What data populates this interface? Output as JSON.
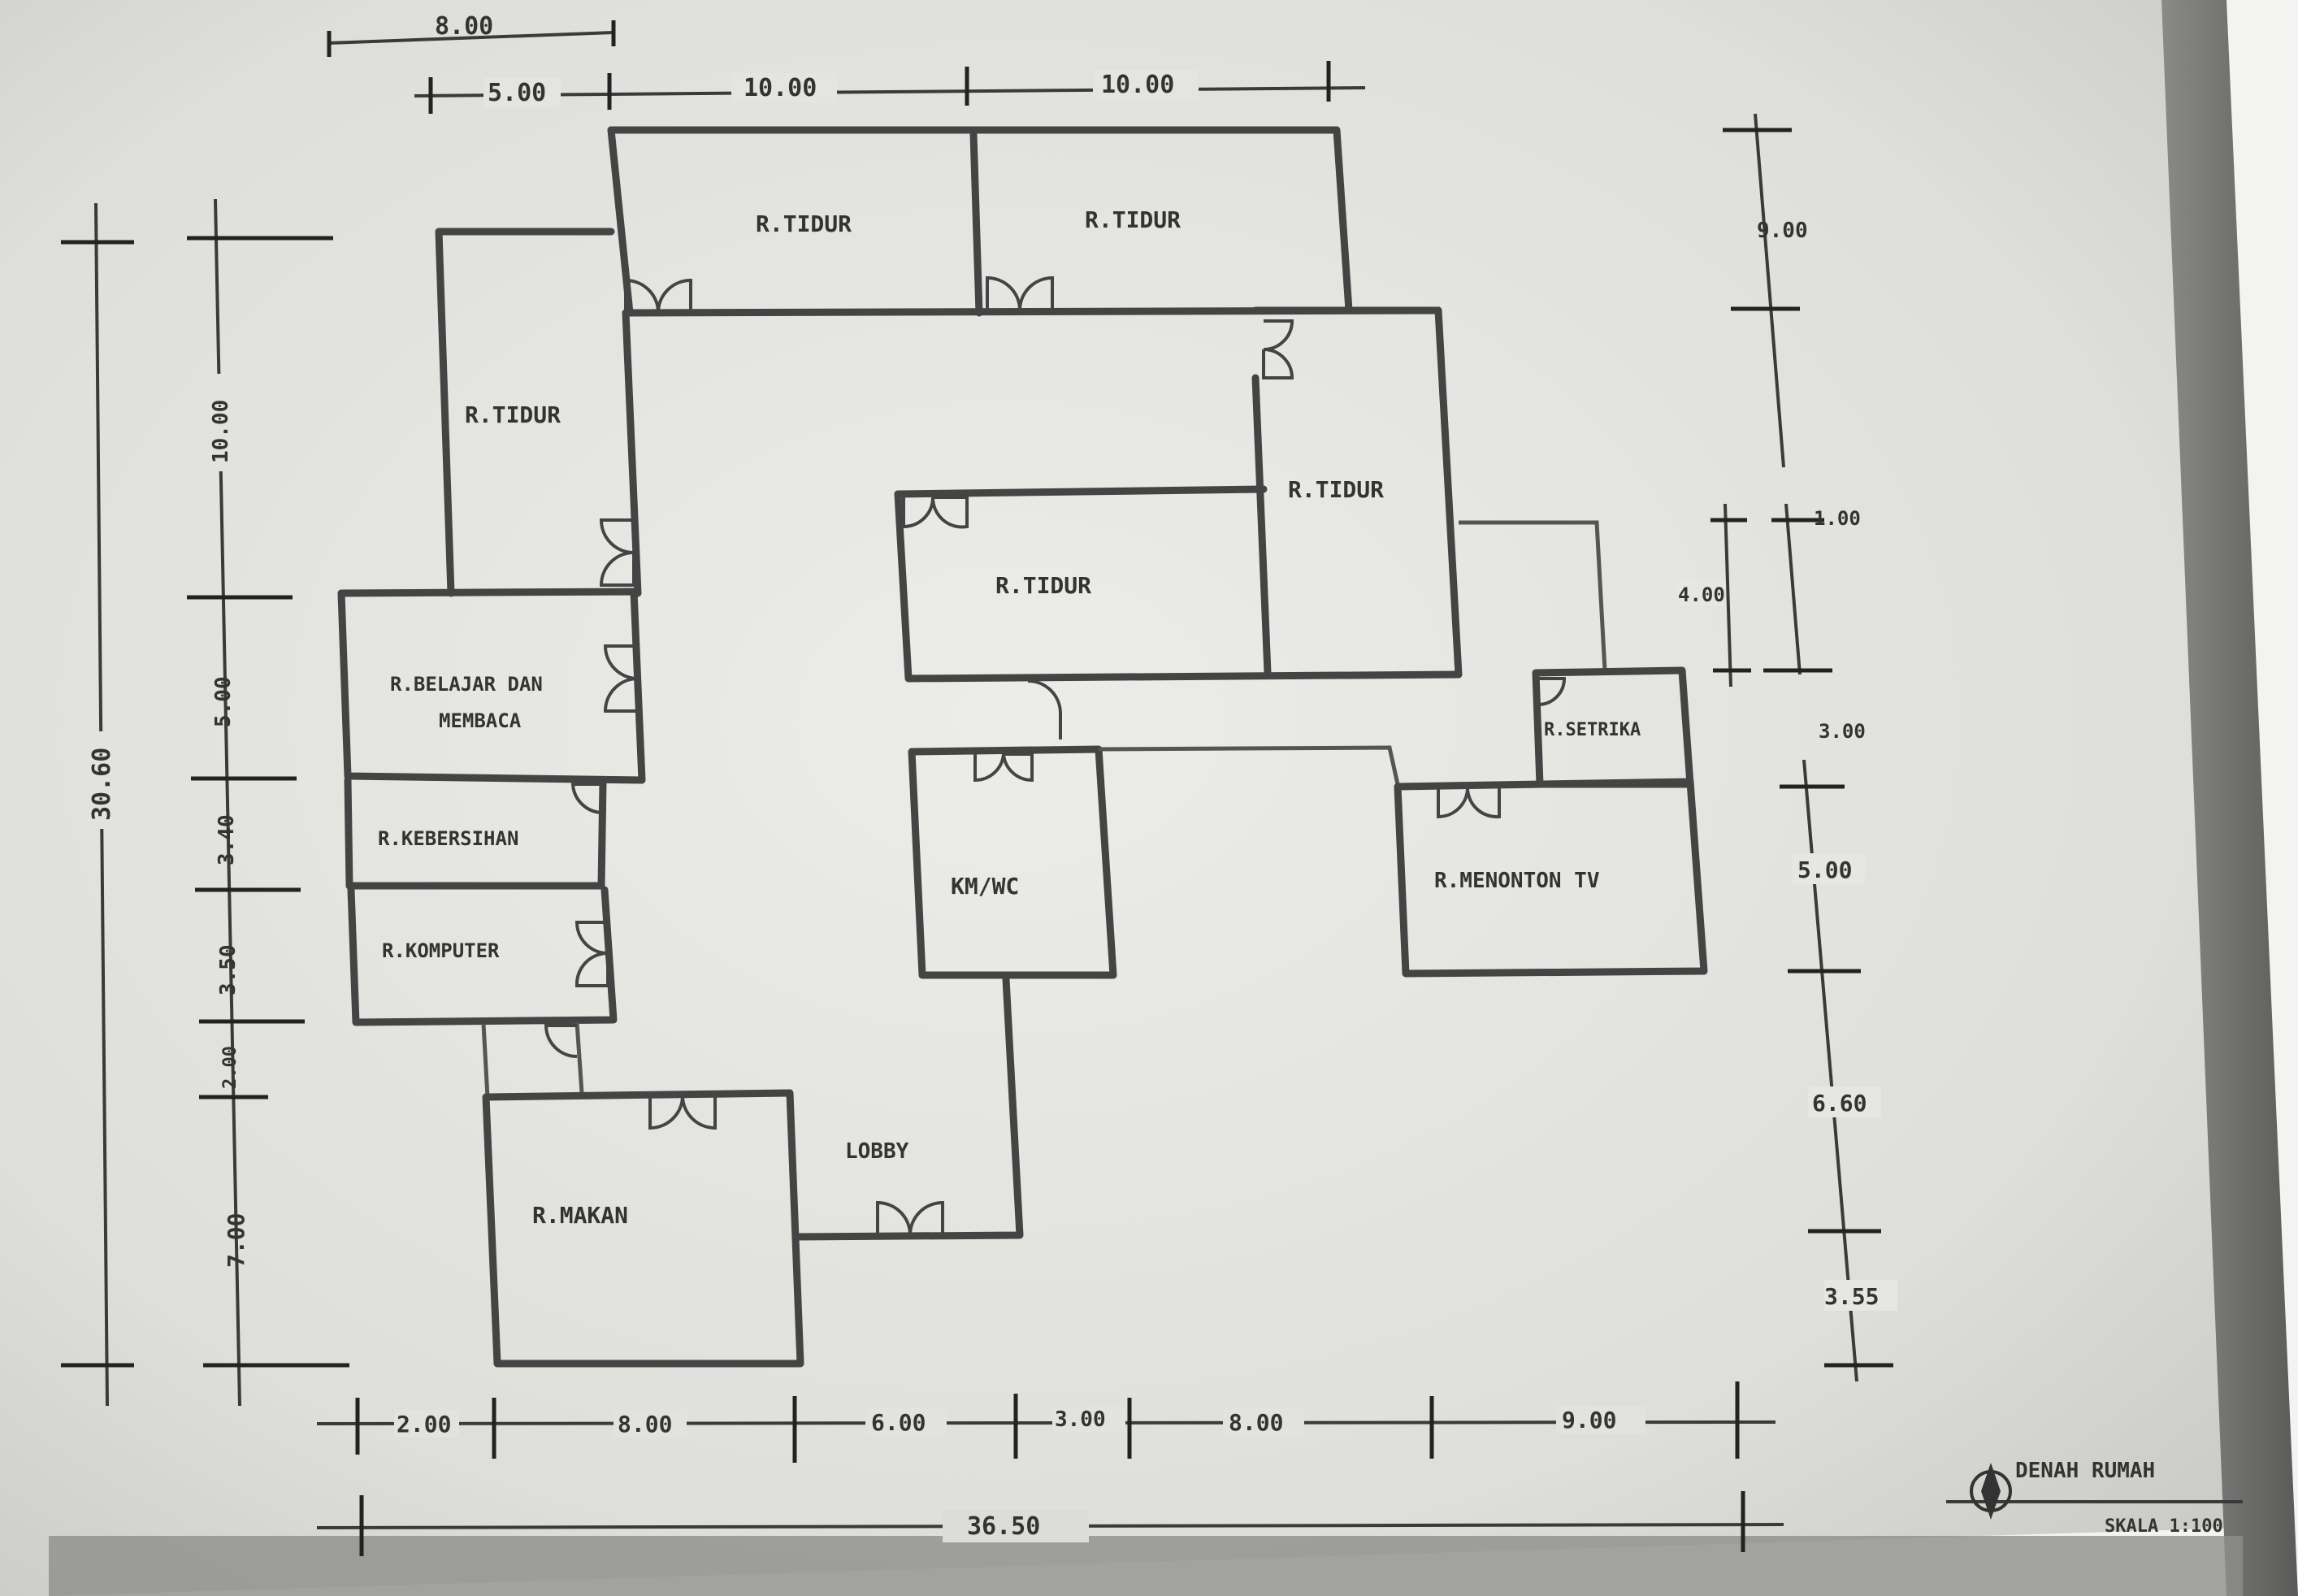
{
  "rooms": {
    "top_left": "R.TIDUR",
    "top_right": "R.TIDUR",
    "left_tall": "R.TIDUR",
    "right_tall": "R.TIDUR",
    "center": "R.TIDUR",
    "study_line1": "R.BELAJAR DAN",
    "study_line2": "MEMBACA",
    "cleaning": "R.KEBERSIHAN",
    "computer": "R.KOMPUTER",
    "bathroom": "KM/WC",
    "ironing": "R.SETRIKA",
    "tv": "R.MENONTON TV",
    "lobby": "LOBBY",
    "dining": "R.MAKAN"
  },
  "dimensions": {
    "top": [
      "8.00",
      "5.00",
      "10.00",
      "10.00"
    ],
    "left_total": "30.60",
    "left": [
      "10.00",
      "5.00",
      "3.40",
      "3.50",
      "2.00",
      "7.00"
    ],
    "right": [
      "9.00",
      "4.00",
      "1.00",
      "3.00",
      "5.00",
      "6.60",
      "3.55"
    ],
    "bottom": [
      "2.00",
      "8.00",
      "6.00",
      "3.00",
      "8.00",
      "9.00"
    ],
    "bottom_total": "36.50"
  },
  "title_block": {
    "line1": "DENAH RUMAH",
    "line2": "SKALA 1:100"
  },
  "colors": {
    "paper": "#e7e7e3",
    "ink": "#444444",
    "shadow": "#7a7a78"
  }
}
